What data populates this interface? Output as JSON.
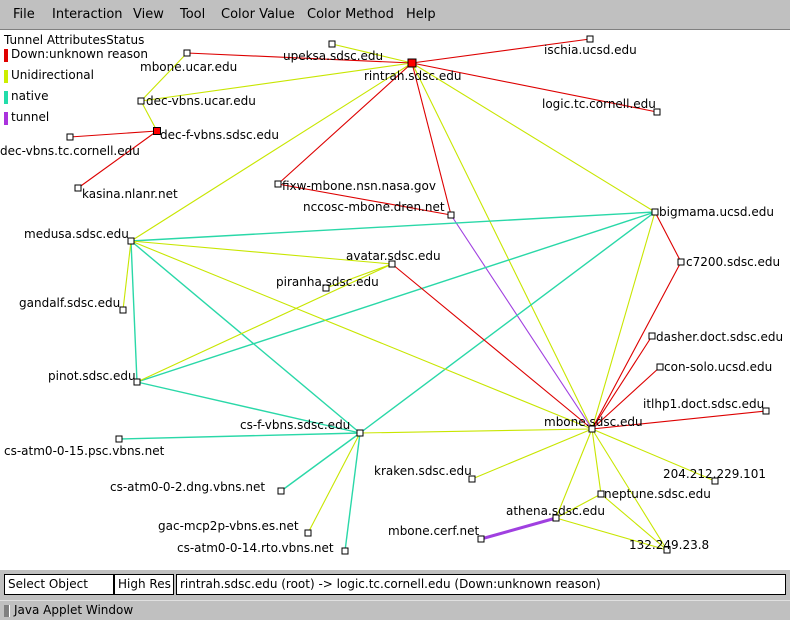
{
  "menu": [
    "File",
    "Interaction",
    "View",
    "Tool",
    "Color Value",
    "Color Method",
    "Help"
  ],
  "legend": {
    "title": "Tunnel AttributesStatus",
    "items": [
      {
        "label": "Down:unknown reason",
        "color": "#e00000"
      },
      {
        "label": "Unidirectional",
        "color": "#ccee00"
      },
      {
        "label": "native",
        "color": "#22ddaa"
      },
      {
        "label": "tunnel",
        "color": "#aa33dd"
      }
    ]
  },
  "colors": {
    "down": "#dd0000",
    "unidirectional": "#c8e600",
    "native": "#2ad8a8",
    "tunnel": "#a040e0",
    "node_fill": "#ffffff",
    "root_fill": "#ff0000"
  },
  "nodes": [
    {
      "id": "rintrah",
      "label": "rintrah.sdsc.edu"
    },
    {
      "id": "upeksa",
      "label": "upeksa.sdsc.edu"
    },
    {
      "id": "ischia",
      "label": "ischia.ucsd.edu"
    },
    {
      "id": "logic",
      "label": "logic.tc.cornell.edu"
    },
    {
      "id": "mboneucar",
      "label": "mbone.ucar.edu"
    },
    {
      "id": "decvbnsucar",
      "label": "dec-vbns.ucar.edu"
    },
    {
      "id": "decfvbns",
      "label": "dec-f-vbns.sdsc.edu"
    },
    {
      "id": "decvbnstc",
      "label": "dec-vbns.tc.cornell.edu"
    },
    {
      "id": "kasina",
      "label": "kasina.nlanr.net"
    },
    {
      "id": "fixw",
      "label": "fixw-mbone.nsn.nasa.gov"
    },
    {
      "id": "nccosc",
      "label": "nccosc-mbone.dren.net"
    },
    {
      "id": "bigmama",
      "label": "bigmama.ucsd.edu"
    },
    {
      "id": "medusa",
      "label": "medusa.sdsc.edu"
    },
    {
      "id": "avatar",
      "label": "avatar.sdsc.edu"
    },
    {
      "id": "piranha",
      "label": "piranha.sdsc.edu"
    },
    {
      "id": "c7200",
      "label": "c7200.sdsc.edu"
    },
    {
      "id": "gandalf",
      "label": "gandalf.sdsc.edu"
    },
    {
      "id": "dasher",
      "label": "dasher.doct.sdsc.edu"
    },
    {
      "id": "consolo",
      "label": "con-solo.ucsd.edu"
    },
    {
      "id": "pinot",
      "label": "pinot.sdsc.edu"
    },
    {
      "id": "itlhp1",
      "label": "itlhp1.doct.sdsc.edu"
    },
    {
      "id": "mbonesdsc",
      "label": "mbone.sdsc.edu"
    },
    {
      "id": "csfvbns",
      "label": "cs-f-vbns.sdsc.edu"
    },
    {
      "id": "csatm15",
      "label": "cs-atm0-0-15.psc.vbns.net"
    },
    {
      "id": "kraken",
      "label": "kraken.sdsc.edu"
    },
    {
      "id": "ip204",
      "label": "204.212.229.101"
    },
    {
      "id": "csatm2",
      "label": "cs-atm0-0-2.dng.vbns.net"
    },
    {
      "id": "neptune",
      "label": "neptune.sdsc.edu"
    },
    {
      "id": "athena",
      "label": "athena.sdsc.edu"
    },
    {
      "id": "gacmcp",
      "label": "gac-mcp2p-vbns.es.net"
    },
    {
      "id": "mbonecerf",
      "label": "mbone.cerf.net"
    },
    {
      "id": "ip132",
      "label": "132.249.23.8"
    },
    {
      "id": "csatm14",
      "label": "cs-atm0-0-14.rto.vbns.net"
    }
  ],
  "bottom": {
    "mode": "Select Object",
    "res": "High Res",
    "info": "rintrah.sdsc.edu (root) -> logic.tc.cornell.edu (Down:unknown reason)"
  },
  "status": "Java Applet Window"
}
